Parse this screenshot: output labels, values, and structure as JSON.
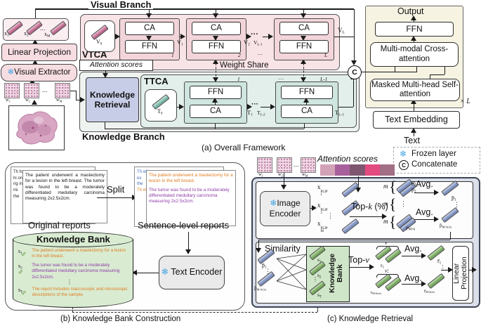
{
  "colors": {
    "vtca_panel": "#f8e3e6",
    "vtca_block": "#f2d5da",
    "knowledge_panel": "#eff3f0",
    "knowledge_retrieval_box": "#c8cde7",
    "ttca_panel": "#e2efeb",
    "ttca_block": "#cfe5df",
    "decoder_panel": "#f6f3e2",
    "panel_c_bg": "#dbdfea",
    "bank_green": "#d9ecd2",
    "bank_box_green": "#cfe6c8",
    "snowflake_blue": "#3fa3e4",
    "report_orange": "#e07a1f",
    "report_purple": "#8e3aa8",
    "attention_bar": [
      "#d2a2b6",
      "#a8609c",
      "#7f5670",
      "#e24a80",
      "#a26f85"
    ]
  },
  "icons": {
    "snowflake": "❄",
    "concat": "C",
    "dots_h": "···",
    "dots_v": "⋮",
    "brace": "{",
    "pen": "✎",
    "ellipsis": "..."
  },
  "panel_a": {
    "visual_branch": "Visual Branch",
    "knowledge_branch": "Knowledge Branch",
    "caption": "(a) Overall Framework",
    "tokens": {
      "x1": {
        "b": "x",
        "s": "1"
      },
      "x2": {
        "b": "x",
        "s": "2"
      },
      "xm": {
        "b": "x",
        "s": "M"
      }
    },
    "linear_projection": "Linear Projection",
    "visual_extractor": "Visual Extractor",
    "patches": {
      "w1": {
        "b": "w",
        "s": "1"
      },
      "w2": {
        "b": "w",
        "s": "2"
      },
      "wm": {
        "b": "w",
        "s": "M"
      }
    },
    "vtca": {
      "title": "VTCA",
      "v0": {
        "b": "V",
        "s": "0"
      },
      "blocks": [
        {
          "top": "CA",
          "bottom": "FFN",
          "idx": "1"
        },
        {
          "top": "CA",
          "bottom": "FFN",
          "idx": "2"
        },
        {
          "top": "CA",
          "bottom": "FFN",
          "idx": "L"
        }
      ],
      "v1": {
        "b": "V",
        "s": "1"
      },
      "v2": {
        "b": "V",
        "s": "2"
      },
      "vl1": {
        "b": "V",
        "s": "L-1"
      },
      "vl": {
        "b": "V",
        "s": "L"
      }
    },
    "attention_scores": "Attention scores",
    "weight_share": "Weight Share",
    "knowledge_retrieval": "Knowledge Retrieval",
    "ttca": {
      "title": "TTCA",
      "t0": {
        "b": "T",
        "s": "0"
      },
      "blocks": [
        {
          "top": "FFN",
          "bottom": "CA",
          "idx": "1"
        },
        {
          "top": "FFN",
          "bottom": "CA",
          "idx": "L-1"
        }
      ],
      "t1": {
        "b": "T",
        "s": "1"
      },
      "tl2": {
        "b": "T",
        "s": "L-2"
      },
      "tl1": {
        "b": "T",
        "s": "L-1"
      }
    },
    "decoder": {
      "output": "Output",
      "ffn": "FFN",
      "cross_attention": "Multi-modal Cross-attention",
      "self_attention": "Masked Multi-head Self-attention",
      "repeat": "× L",
      "text_embedding": "Text Embedding",
      "text_input": "Text"
    }
  },
  "legend": {
    "frozen": "Frozen layer",
    "concatenate": "Concatenate"
  },
  "panel_b": {
    "caption": "(b) Knowledge Bank Construction",
    "original_report": "The patient underwent a mastectomy for a lesion in the left breast. The tumor was found to be a moderately differentiated medullary carcinoma measuring 2x2.5x2cm.",
    "original_back_fragments": "Th fo hi on rig in- mi the",
    "original_label": "Original reports",
    "split": "Split",
    "sentence_1": "The patient underwent a mastectomy for a lesion in the left breast.",
    "sentence_2": "The tumor was found to be a moderately differentiated medullary carcinoma measuring 2x2.5x2cm.",
    "sentence_back_blue": "Th wf ex the",
    "sentence_back_orange": "Th mi",
    "sentence_label": "Sentence-level reports",
    "bank": {
      "title": "Knowledge Bank",
      "entries": [
        {
          "id": {
            "b": "s",
            "s": "1"
          },
          "text": "The patient underwent a mastectomy for a lesion in the left breast."
        },
        {
          "id": {
            "b": "s",
            "s": "2"
          },
          "text": "The tumor was found to be a moderately differentiated medullary carcinoma measuring 2x2.5x2cm."
        },
        {
          "id": {
            "b": "s",
            "s": "T"
          },
          "text": "The report includes macroscopic and microscopic descriptions of the sample."
        }
      ]
    },
    "text_encoder": "Text Encoder"
  },
  "panel_c": {
    "caption": "(c) Knowledge Retrieval",
    "attention_scores": "Attention scores",
    "patches": {
      "w1": {
        "b": "w",
        "s": "1"
      },
      "w2": {
        "b": "w",
        "s": "2"
      },
      "wm": {
        "b": "w",
        "s": "M"
      }
    },
    "image_encoder": "Image Encoder",
    "x_tokens": [
      {
        "b": "x",
        "s": "1",
        "p": "PLIP"
      },
      {
        "b": "x",
        "s": "2",
        "p": "PLIP"
      },
      {
        "b": "x",
        "s": "M",
        "p": "PLIP"
      }
    ],
    "topk": {
      "pre": "Top-",
      "var": "k",
      "post": " (%)"
    },
    "group_label": "m",
    "p_tokens": [
      {
        "b": "p",
        "s": "1"
      },
      {
        "b": "p",
        "s": "2"
      },
      {
        "b": "p",
        "s": "M×k"
      }
    ],
    "avg": "Avg.",
    "p_avg": [
      {
        "b": "p̄",
        "s": "1"
      },
      {
        "b": "p̄",
        "s": "M×k/m"
      }
    ],
    "similarity": "Similarity",
    "bank_label": "Knowledge Bank",
    "s_tokens": [
      {
        "b": "s",
        "s": "1"
      },
      {
        "b": "s",
        "s": "2"
      },
      {
        "b": "s",
        "s": "T"
      }
    ],
    "topv": {
      "pre": "Top-",
      "var": "v"
    },
    "v_label": "v",
    "r_tokens": [
      {
        "b": "r",
        "s": "1"
      },
      {
        "b": "r",
        "s": "M×k/m"
      }
    ],
    "r_avg": [
      {
        "b": "r̄",
        "s": "1"
      },
      {
        "b": "r̄",
        "s": "M×k/m"
      }
    ],
    "linear_projection": "Linear Projection"
  }
}
